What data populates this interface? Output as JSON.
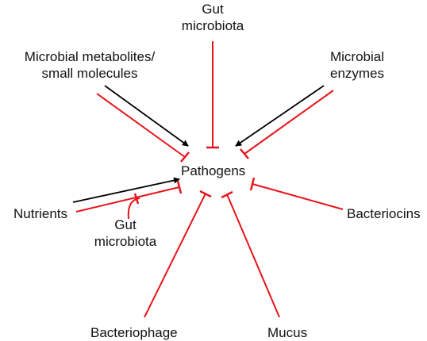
{
  "colors": {
    "activates": "#000000",
    "inhibits": "#e8141b",
    "text": "#111111"
  },
  "nodes": {
    "center": "Pathogens",
    "gut_microbiota_top": [
      "Gut",
      "microbiota"
    ],
    "metabolites": [
      "Microbial metabolites/",
      "small molecules"
    ],
    "enzymes": [
      "Microbial",
      "enzymes"
    ],
    "nutrients": "Nutrients",
    "gut_microbiota_bottom": [
      "Gut",
      "microbiota"
    ],
    "bacteriocins": "Bacteriocins",
    "bacteriophage": "Bacteriophage",
    "mucus": "Mucus"
  },
  "edges": [
    {
      "from": "gut_microbiota_top",
      "to": "center",
      "type": "inhibits"
    },
    {
      "from": "metabolites",
      "to": "center",
      "type": "activates"
    },
    {
      "from": "metabolites",
      "to": "center",
      "type": "inhibits"
    },
    {
      "from": "enzymes",
      "to": "center",
      "type": "activates"
    },
    {
      "from": "enzymes",
      "to": "center",
      "type": "inhibits"
    },
    {
      "from": "nutrients",
      "to": "center",
      "type": "activates"
    },
    {
      "from": "nutrients",
      "to": "center",
      "type": "inhibits"
    },
    {
      "from": "gut_microbiota_bottom",
      "to": "nutrients-edge",
      "type": "inhibits"
    },
    {
      "from": "bacteriocins",
      "to": "center",
      "type": "inhibits"
    },
    {
      "from": "bacteriophage",
      "to": "center",
      "type": "inhibits"
    },
    {
      "from": "mucus",
      "to": "center",
      "type": "inhibits"
    }
  ]
}
